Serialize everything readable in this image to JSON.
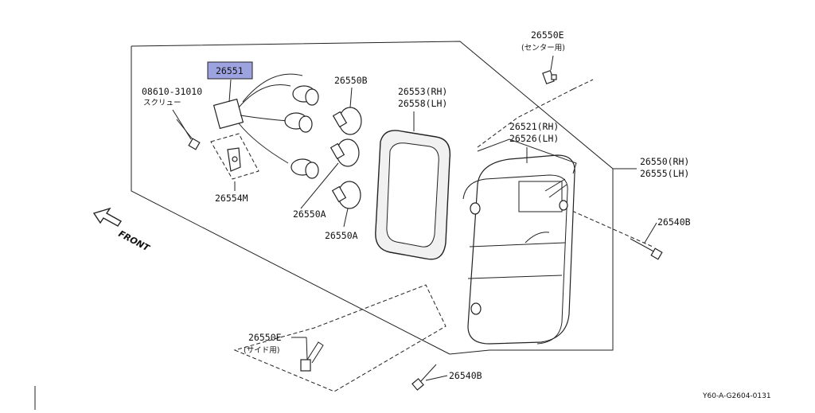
{
  "labels": {
    "harness": "26551",
    "screw": "08610-31010",
    "screw_jp": "スクリュー",
    "bracket": "26554M",
    "bulb_b": "26550B",
    "bulb_a1": "26550A",
    "bulb_a2": "26550A",
    "gasket_rh": "26553(RH)",
    "gasket_lh": "26558(LH)",
    "lens_rh": "26521(RH)",
    "lens_lh": "26526(LH)",
    "assy_rh": "26550(RH)",
    "assy_lh": "26555(LH)",
    "clip_center": "26550E",
    "clip_center_jp": "(センター用)",
    "clip_side": "26550E",
    "clip_side_jp": "(サイド用)",
    "screw_b1": "26540B",
    "screw_b2": "26540B",
    "front": "FRONT",
    "ref_code": "Y60-A-G2604-0131"
  },
  "colors": {
    "highlight": "#9da3e0",
    "line": "#222222"
  }
}
